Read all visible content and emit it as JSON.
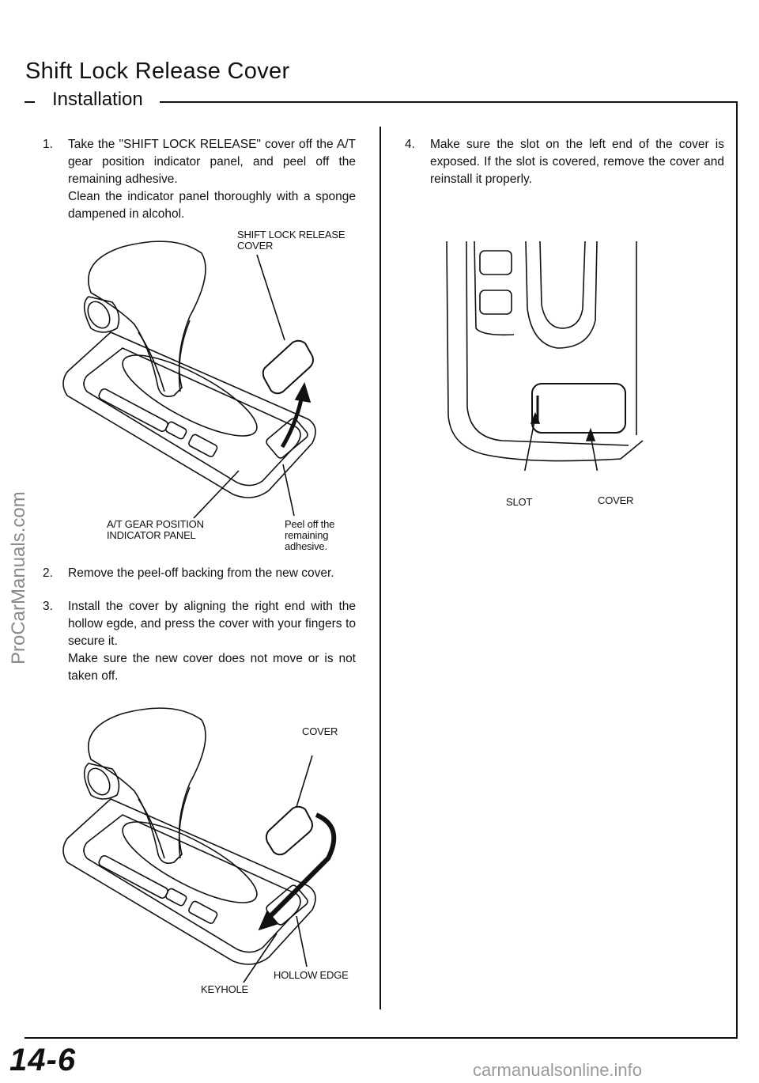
{
  "page": {
    "title": "Shift Lock Release Cover",
    "section": "Installation",
    "page_number": "14-6",
    "watermark_side": "ProCarManuals.com",
    "watermark_bottom": "carmanualsonline.info"
  },
  "steps": [
    {
      "number": "1.",
      "lines": [
        "Take the \"SHIFT LOCK RELEASE\" cover off the A/T gear position indicator panel, and peel off the remaining adhesive.",
        "Clean the indicator panel thoroughly with a sponge dampened in alcohol."
      ]
    },
    {
      "number": "2.",
      "lines": [
        "Remove the peel-off backing from the new cover."
      ]
    },
    {
      "number": "3.",
      "lines": [
        "Install the cover by aligning the right end with the hollow egde, and press the cover with your fingers to secure it.",
        "Make sure the new cover does not move or is not taken off."
      ]
    },
    {
      "number": "4.",
      "lines": [
        "Make sure the slot on the left end of the cover is exposed. If the slot is covered, remove the cover and reinstall it properly."
      ]
    }
  ],
  "figure1": {
    "label_cover_line1": "SHIFT LOCK RELEASE",
    "label_cover_line2": "COVER",
    "label_panel_line1": "A/T GEAR POSITION",
    "label_panel_line2": "INDICATOR PANEL",
    "label_peel_line1": "Peel off the",
    "label_peel_line2": "remaining",
    "label_peel_line3": "adhesive."
  },
  "figure2": {
    "label_cover": "COVER",
    "label_hollow": "HOLLOW EDGE",
    "label_keyhole": "KEYHOLE"
  },
  "figure3": {
    "label_slot": "SLOT",
    "label_cover": "COVER"
  }
}
